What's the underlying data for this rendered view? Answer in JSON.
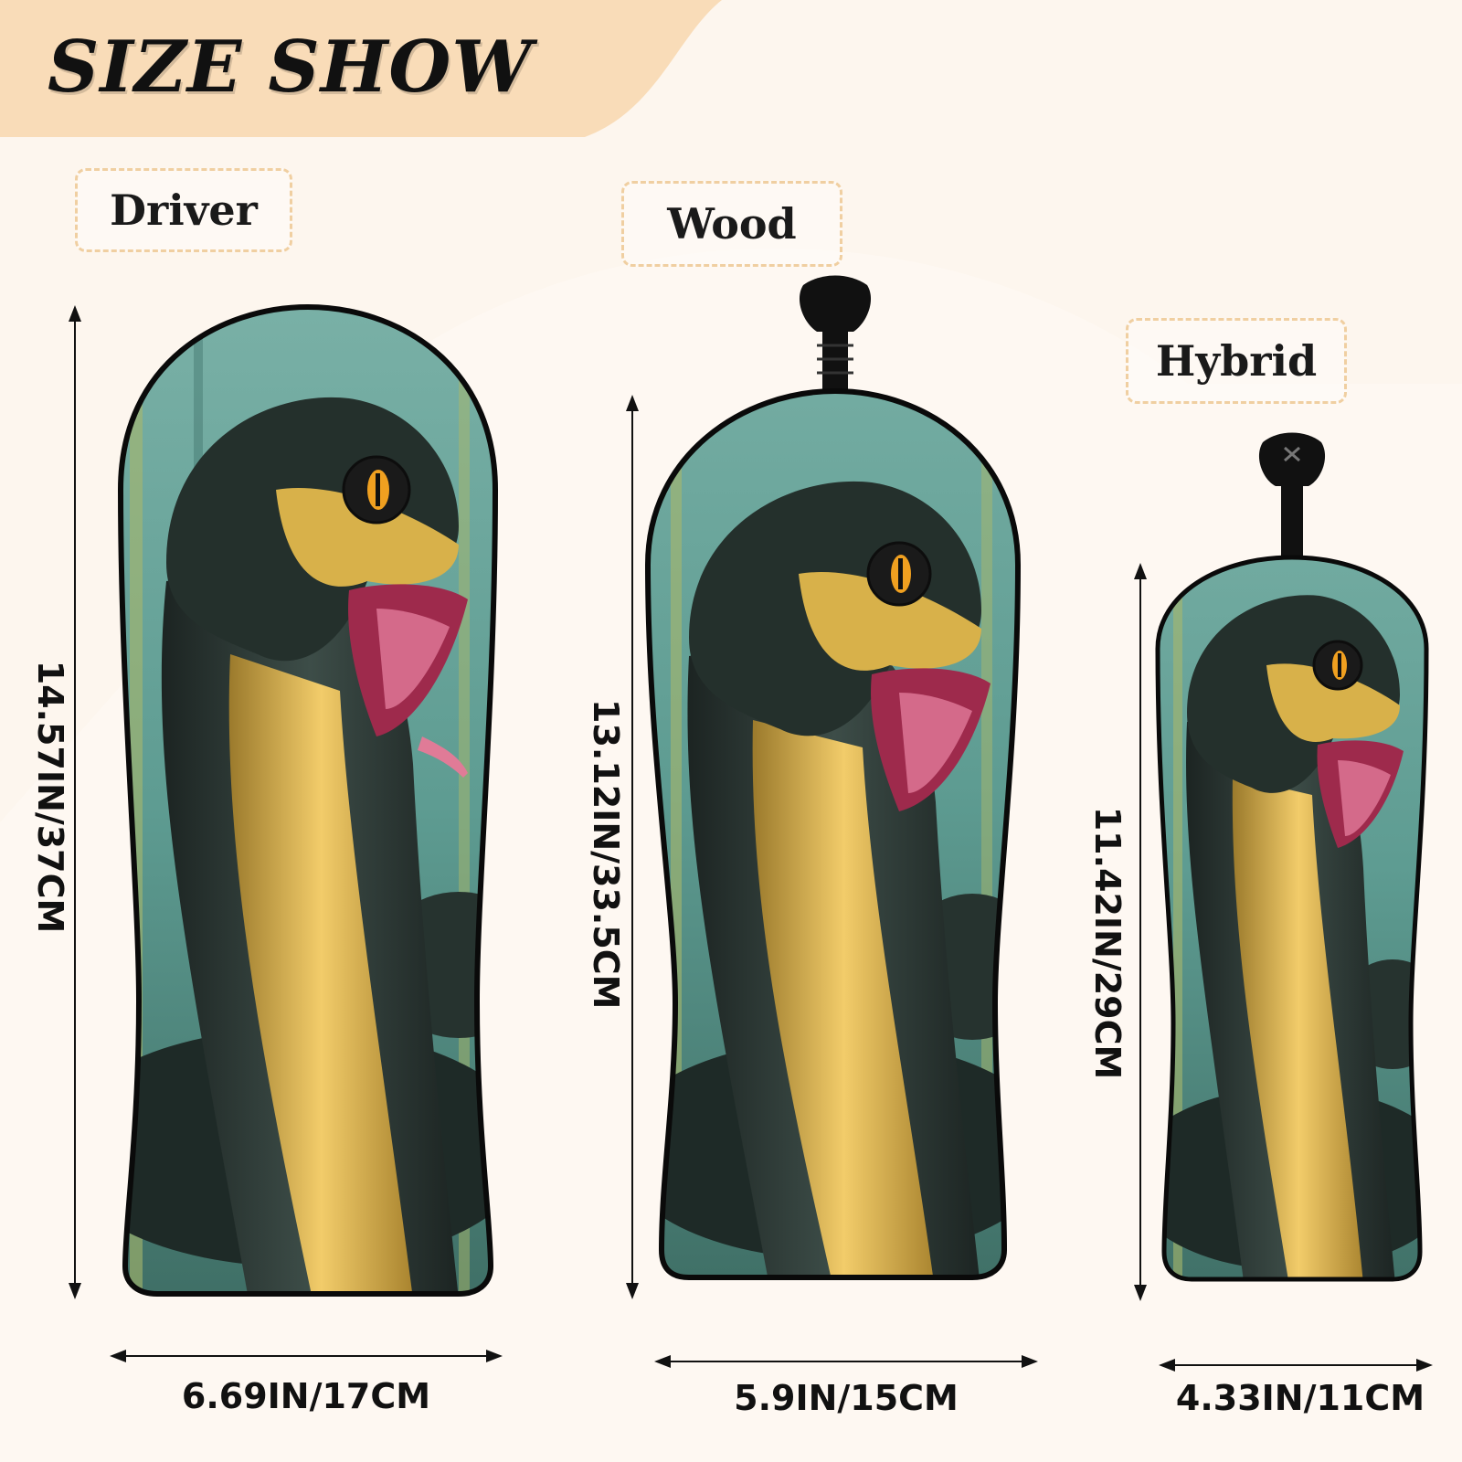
{
  "title": "SIZE SHOW",
  "colors": {
    "background": "#fdf6ee",
    "banner": "#f9dcb8",
    "tag_border": "#f0cfa1",
    "snake_body": "#2c3a36",
    "snake_belly": "#d9a94a",
    "forest": "#5e9c92"
  },
  "covers": [
    {
      "name": "Driver",
      "height": "14.57IN/37CM",
      "width": "6.69IN/17CM"
    },
    {
      "name": "Wood",
      "height": "13.12IN/33.5CM",
      "width": "5.9IN/15CM"
    },
    {
      "name": "Hybrid",
      "height": "11.42IN/29CM",
      "width": "4.33IN/11CM"
    }
  ]
}
